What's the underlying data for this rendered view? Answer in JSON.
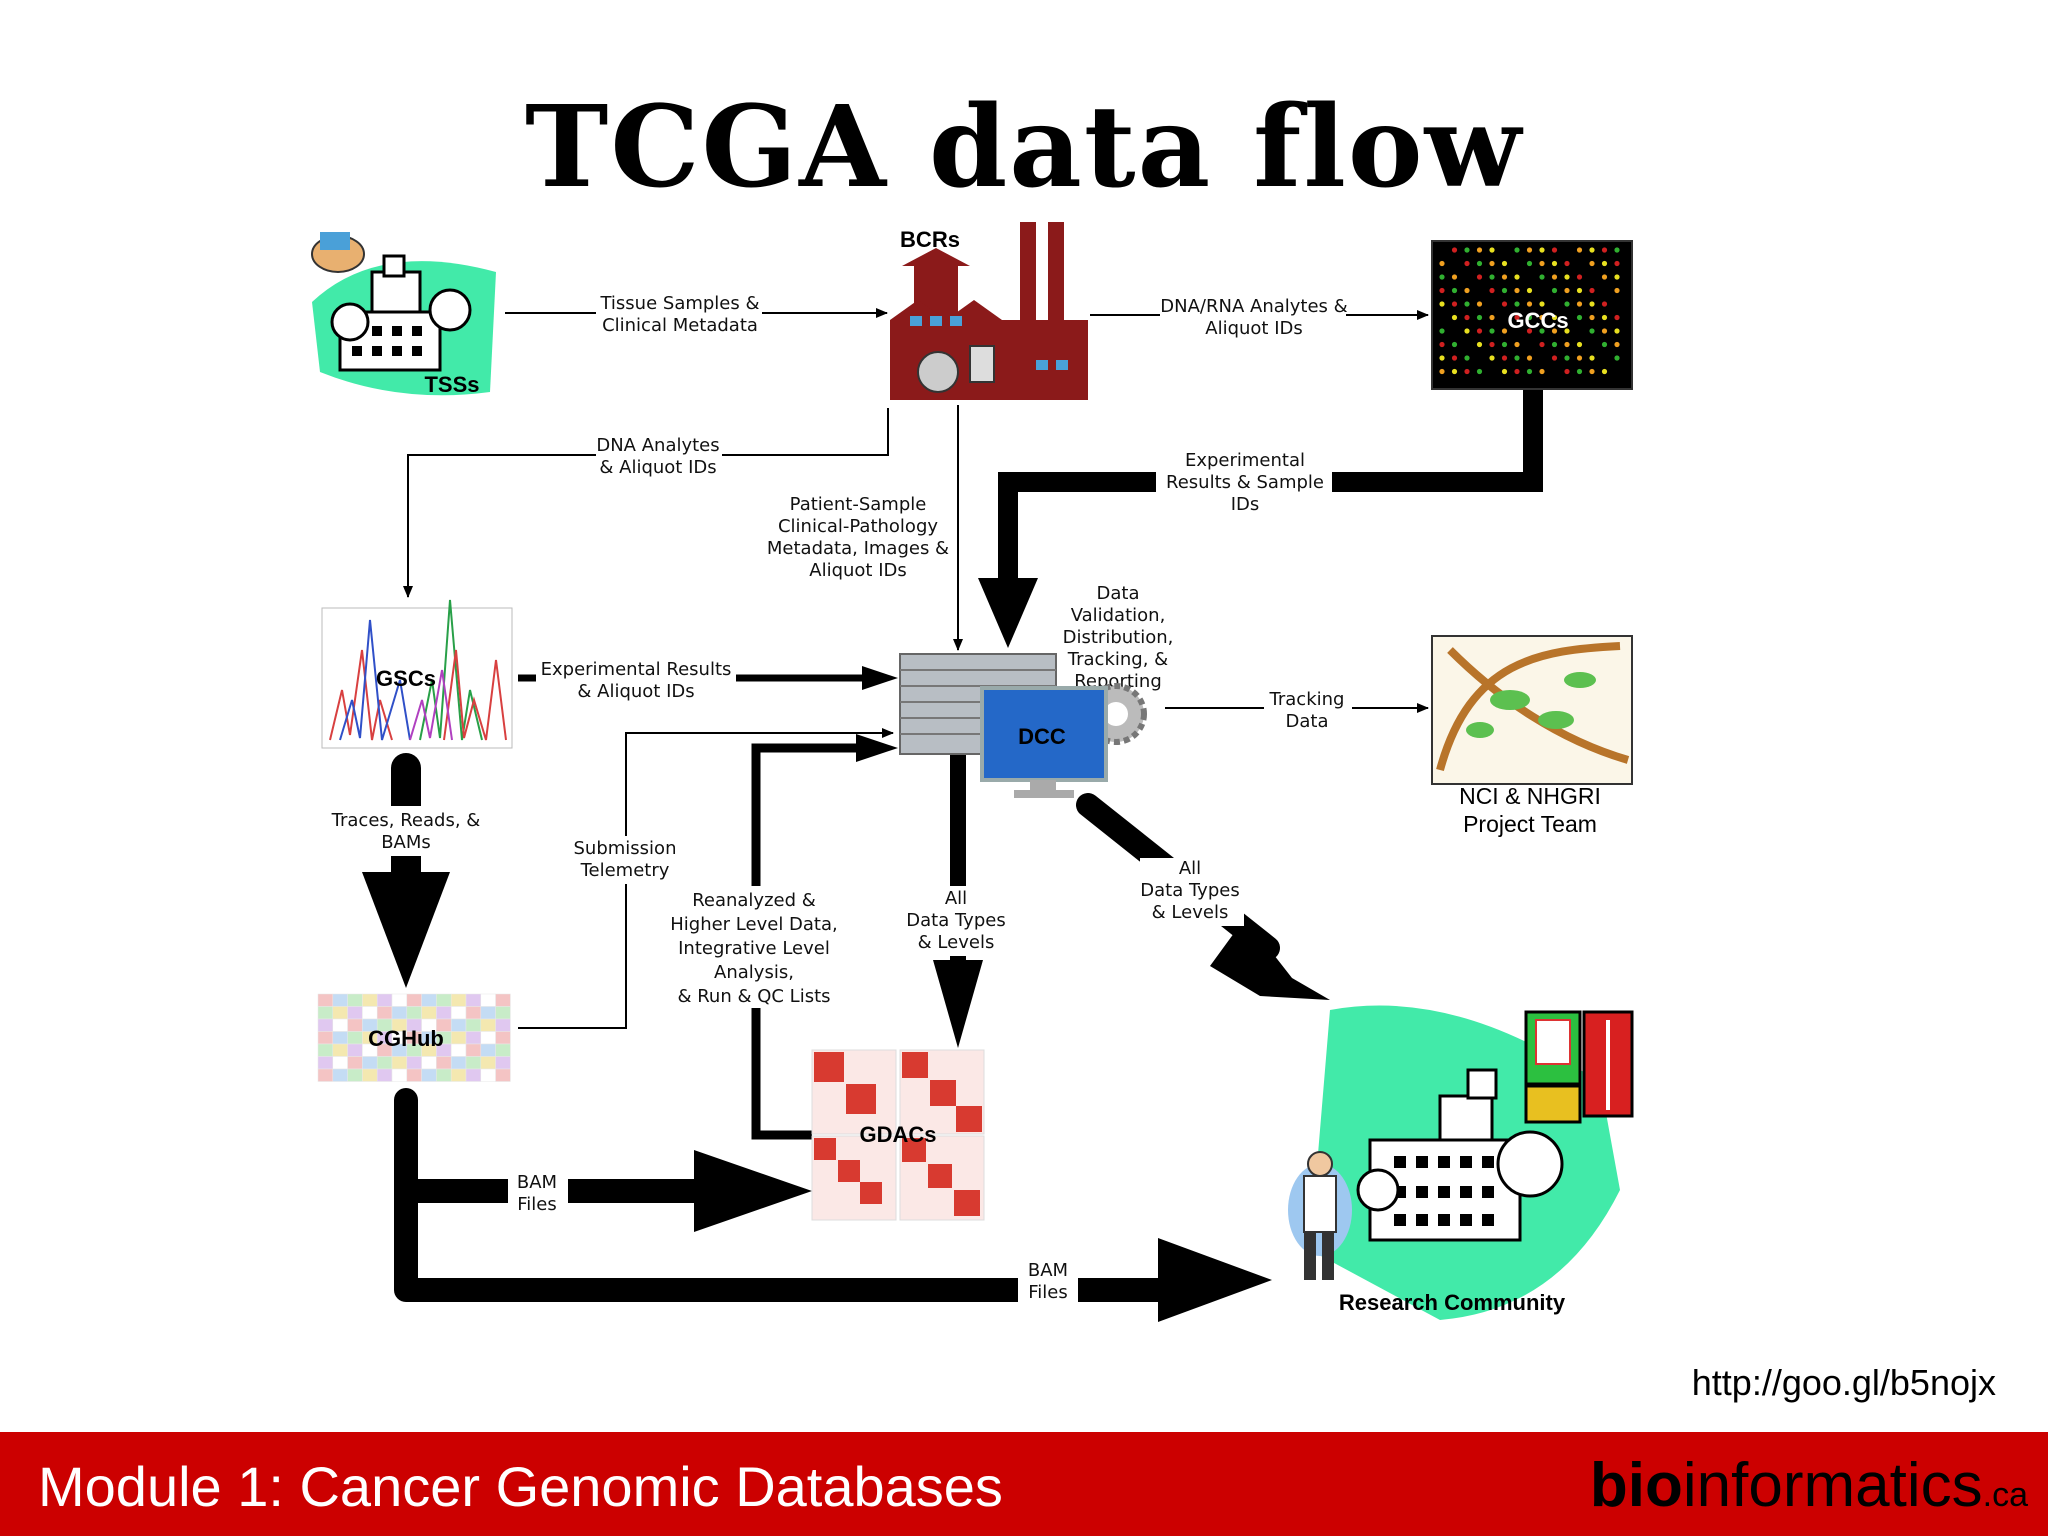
{
  "slide": {
    "title": "TCGA data flow",
    "source_url": "http://goo.gl/b5nojx"
  },
  "footer": {
    "module": "Module 1: Cancer Genomic Databases",
    "logo_bold": "bio",
    "logo_regular": "informatics",
    "logo_tld": ".ca"
  },
  "nodes": {
    "tss": "TSSs",
    "bcr": "BCRs",
    "gcc": "GCCs",
    "gsc": "GSCs",
    "dcc": "DCC",
    "cghub": "CGHub",
    "gdac": "GDACs",
    "team_line1": "NCI & NHGRI",
    "team_line2": "Project Team",
    "community": "Research Community"
  },
  "edges": {
    "tissue_1": "Tissue Samples &",
    "tissue_2": "Clinical Metadata",
    "dnarna_1": "DNA/RNA Analytes &",
    "dnarna_2": "Aliquot IDs",
    "dna_1": "DNA Analytes",
    "dna_2": "& Aliquot IDs",
    "exp_gcc_1": "Experimental",
    "exp_gcc_2": "Results & Sample",
    "exp_gcc_3": "IDs",
    "patient_1": "Patient-Sample",
    "patient_2": "Clinical-Pathology",
    "patient_3": "Metadata, Images &",
    "patient_4": "Aliquot IDs",
    "dcc_role_1": "Data",
    "dcc_role_2": "Validation,",
    "dcc_role_3": "Distribution,",
    "dcc_role_4": "Tracking, &",
    "dcc_role_5": "Reporting",
    "exp_gsc_1": "Experimental Results",
    "exp_gsc_2": "& Aliquot IDs",
    "tracking_1": "Tracking",
    "tracking_2": "Data",
    "traces_1": "Traces, Reads, &",
    "traces_2": "BAMs",
    "submission_1": "Submission",
    "submission_2": "Telemetry",
    "reanalyzed_1": "Reanalyzed &",
    "reanalyzed_2": "Higher Level Data,",
    "reanalyzed_3": "Integrative Level",
    "reanalyzed_4": "Analysis,",
    "reanalyzed_5": "& Run & QC Lists",
    "all_gdac_1": "All",
    "all_gdac_2": "Data Types",
    "all_gdac_3": "& Levels",
    "all_rc_1": "All",
    "all_rc_2": "Data Types",
    "all_rc_3": "& Levels",
    "bam_gdac_1": "BAM",
    "bam_gdac_2": "Files",
    "bam_rc_1": "BAM",
    "bam_rc_2": "Files"
  }
}
